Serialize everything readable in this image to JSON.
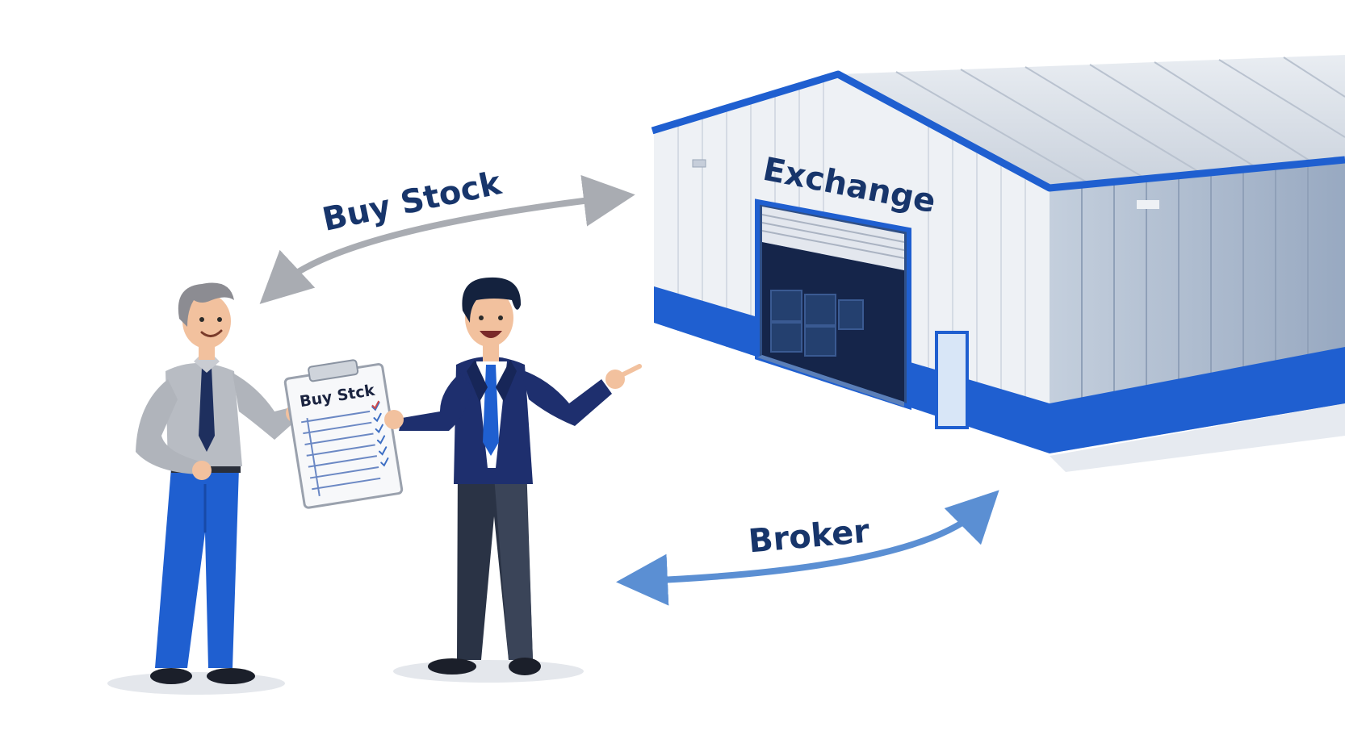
{
  "labels": {
    "buy_stock": "Buy Stock",
    "exchange": "Exchange",
    "broker": "Broker",
    "clipboard": "Buy Stck"
  },
  "colors": {
    "navy": "#17356b",
    "blue": "#1f5fd0",
    "roof": "#d7dde6",
    "wall": "#eef1f5",
    "side_wall": "#a9b7cc",
    "arrow_gray": "#a9acb2",
    "arrow_blue": "#5b8fd3"
  },
  "icons": [
    "investor-figure",
    "broker-figure",
    "exchange-building",
    "clipboard-icon",
    "double-arrow-icon"
  ]
}
